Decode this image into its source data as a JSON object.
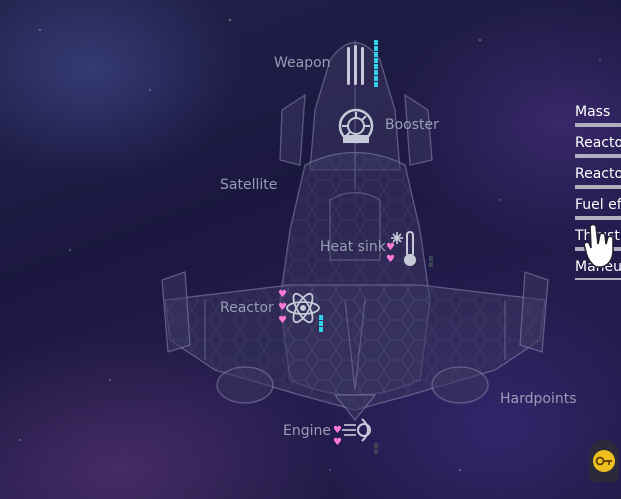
{
  "ship": {
    "slots": {
      "weapon": "Weapon",
      "booster": "Booster",
      "satellite": "Satellite",
      "heat_sink": "Heat sink",
      "reactor": "Reactor",
      "engine": "Engine",
      "hardpoints": "Hardpoints"
    },
    "weapon_charge_fraction": 1.0,
    "reactor_charge_fraction": 1.0,
    "heat_sink_charge_fraction": 0.0,
    "engine_charge_fraction": 0.0
  },
  "stats_panel": {
    "items": [
      {
        "label": "Mass"
      },
      {
        "label": "Reactor"
      },
      {
        "label": "Reactor"
      },
      {
        "label": "Fuel efficiency"
      },
      {
        "label": "Thrust"
      },
      {
        "label": "Maneuver"
      }
    ]
  },
  "colors": {
    "accent_cyan": "#2fd2e8",
    "heart_pink": "#ff7ad8",
    "label_gray": "#9a9cb4",
    "stat_white": "#ffffff",
    "key_gold": "#f0c020"
  },
  "icons": {
    "weapon": "triple-barrel-icon",
    "booster": "turbine-icon",
    "heat_sink": "thermometer-snowflake-icon",
    "reactor": "atom-icon",
    "engine": "thruster-icon",
    "cursor": "pointing-hand-icon",
    "corner": "key-icon"
  }
}
